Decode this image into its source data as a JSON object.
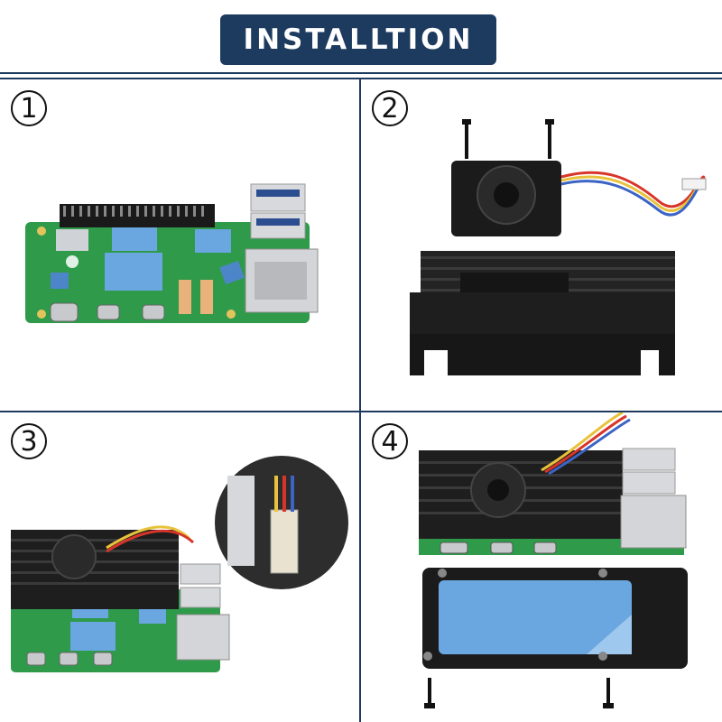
{
  "header": {
    "title": "INSTALLTION"
  },
  "steps": [
    {
      "number": "1"
    },
    {
      "number": "2"
    },
    {
      "number": "3"
    },
    {
      "number": "4"
    }
  ],
  "colors": {
    "header_bg": "#1d3a5f",
    "pcb_green": "#2e9a4a",
    "thermal_pad": "#6aa7e0",
    "case_black": "#1b1b1b",
    "wire_red": "#d8352a",
    "wire_yellow": "#e8c23a",
    "wire_blue": "#3b64c4"
  }
}
